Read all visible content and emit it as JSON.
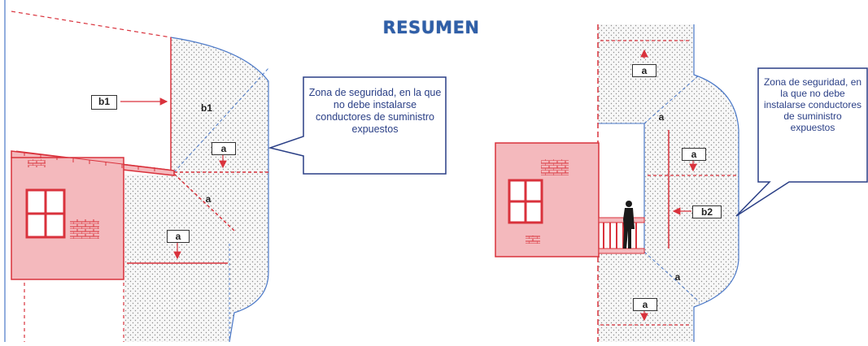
{
  "title": "RESUMEN",
  "left_diagram": {
    "callout": "Zona de seguridad, en la que no debe instalarse conductores de suministro expuestos",
    "label_b1_box": "b1",
    "label_b1_zone": "b1",
    "label_a_box_top": "a",
    "label_a_diag": "a",
    "label_a_box_bottom": "a"
  },
  "right_diagram": {
    "callout": "Zona de seguridad, en la que no debe instalarse conductores de suministro expuestos",
    "label_a_box_top": "a",
    "label_a_diag_top": "a",
    "label_a_box_mid": "a",
    "label_b2_box": "b2",
    "label_a_diag_bottom": "a",
    "label_a_box_bottom": "a"
  },
  "colors": {
    "title": "#2f5fa8",
    "callout_text": "#2a3f86",
    "dimension_red": "#d9323c",
    "building_fill": "#f4b9bd",
    "building_stroke": "#d9323c",
    "zone_outline": "#4a78c8",
    "zone_dots": "#8d8d8d"
  }
}
